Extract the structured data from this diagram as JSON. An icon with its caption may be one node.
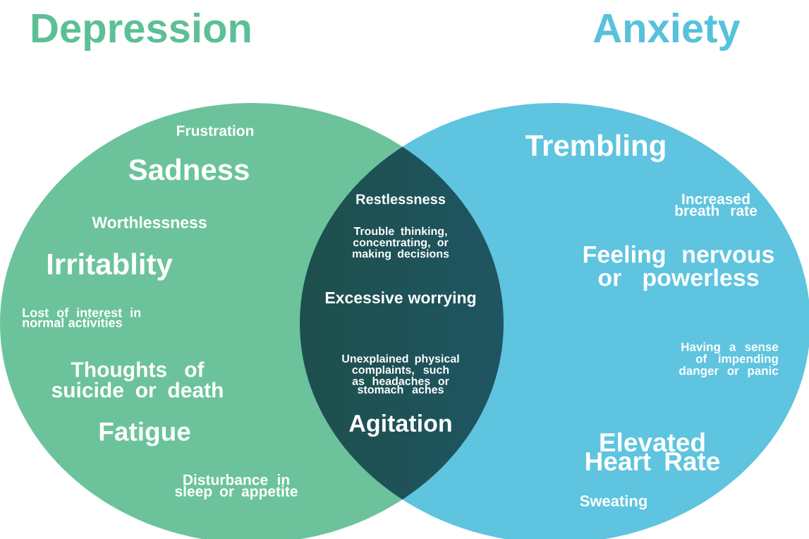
{
  "diagram": {
    "nodes": [
      {
        "text": [
          "Depression",
          "Frustration",
          "Sadness",
          "Worthlessness",
          "Irritablity",
          "Lost of interest in normal activities",
          "Thoughts of suicide or death",
          "Fatigue",
          "Disturbance in sleep or appetite"
        ]
      },
      {
        "text": [
          "Anxiety",
          "Trembling",
          "Increased breath rate",
          "Feeling nervous or powerless",
          "Having a sense of impending danger or panic",
          "Elevated Heart Rate",
          "Sweating"
        ]
      },
      {
        "text": [
          "Restlessness",
          "Trouble thinking, concentrating, or making decisions",
          "Excessive worrying",
          "Unexplained physical complaints, such as headaches or stomach aches",
          "Agitation"
        ]
      }
    ],
    "edges": []
  }
}
